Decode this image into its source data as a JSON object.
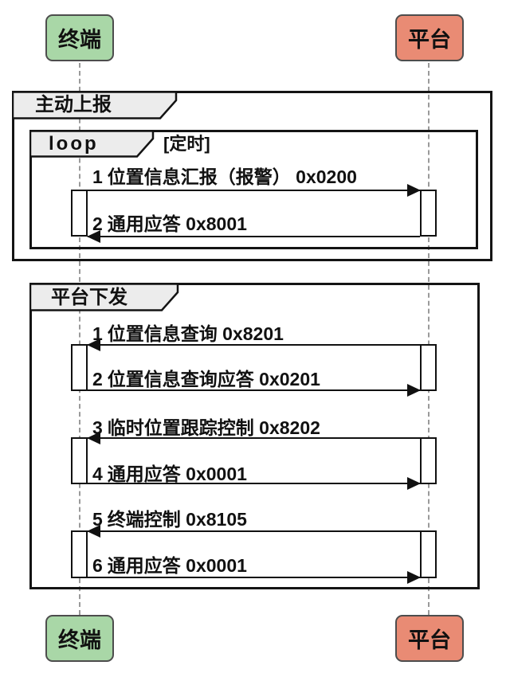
{
  "diagram": {
    "actors": [
      {
        "id": "terminal",
        "label": "终端",
        "fill": "#a9d7a7"
      },
      {
        "id": "platform",
        "label": "平台",
        "fill": "#e98b74"
      }
    ],
    "frames": [
      {
        "label": "主动上报",
        "loop": {
          "operator": "loop",
          "condition": "[定时]"
        },
        "messages": [
          {
            "num": "1",
            "text": "位置信息汇报（报警） 0x0200",
            "from": "终端",
            "to": "平台",
            "direction": "right"
          },
          {
            "num": "2",
            "text": "通用应答 0x8001",
            "from": "平台",
            "to": "终端",
            "direction": "left"
          }
        ]
      },
      {
        "label": "平台下发",
        "messages": [
          {
            "num": "1",
            "text": "位置信息查询 0x8201",
            "from": "平台",
            "to": "终端",
            "direction": "left"
          },
          {
            "num": "2",
            "text": "位置信息查询应答 0x0201",
            "from": "终端",
            "to": "平台",
            "direction": "right"
          },
          {
            "num": "3",
            "text": "临时位置跟踪控制 0x8202",
            "from": "平台",
            "to": "终端",
            "direction": "left"
          },
          {
            "num": "4",
            "text": "通用应答 0x0001",
            "from": "终端",
            "to": "平台",
            "direction": "right"
          },
          {
            "num": "5",
            "text": "终端控制 0x8105",
            "from": "平台",
            "to": "终端",
            "direction": "left"
          },
          {
            "num": "6",
            "text": "通用应答 0x0001",
            "from": "终端",
            "to": "平台",
            "direction": "right"
          }
        ]
      }
    ],
    "colors": {
      "actor_green": "#a9d7a7",
      "actor_red": "#e98b74",
      "frame_border": "#141414",
      "label_bg": "#ececec",
      "lifeline": "#9a9a9a",
      "text": "#111111"
    }
  }
}
